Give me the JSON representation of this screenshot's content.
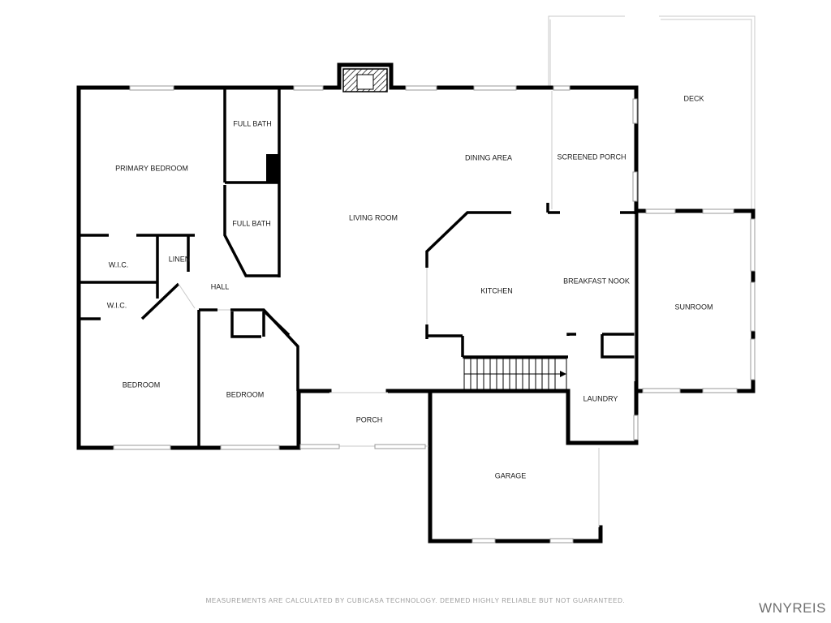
{
  "rooms": {
    "primary_bedroom": "PRIMARY BEDROOM",
    "full_bath_1": "FULL BATH",
    "full_bath_2": "FULL BATH",
    "living_room": "LIVING ROOM",
    "dining_area": "DINING AREA",
    "screened_porch": "SCREENED PORCH",
    "deck": "DECK",
    "wic_1": "W.I.C.",
    "wic_2": "W.I.C.",
    "linen": "LINEN",
    "hall": "HALL",
    "kitchen": "KITCHEN",
    "breakfast_nook": "BREAKFAST NOOK",
    "sunroom": "SUNROOM",
    "bedroom_1": "BEDROOM",
    "bedroom_2": "BEDROOM",
    "porch": "PORCH",
    "laundry": "LAUNDRY",
    "garage": "GARAGE"
  },
  "footer": {
    "disclaimer": "MEASUREMENTS ARE CALCULATED BY CUBICASA TECHNOLOGY. DEEMED HIGHLY RELIABLE BUT NOT GUARANTEED.",
    "brand": "WNYREIS"
  }
}
